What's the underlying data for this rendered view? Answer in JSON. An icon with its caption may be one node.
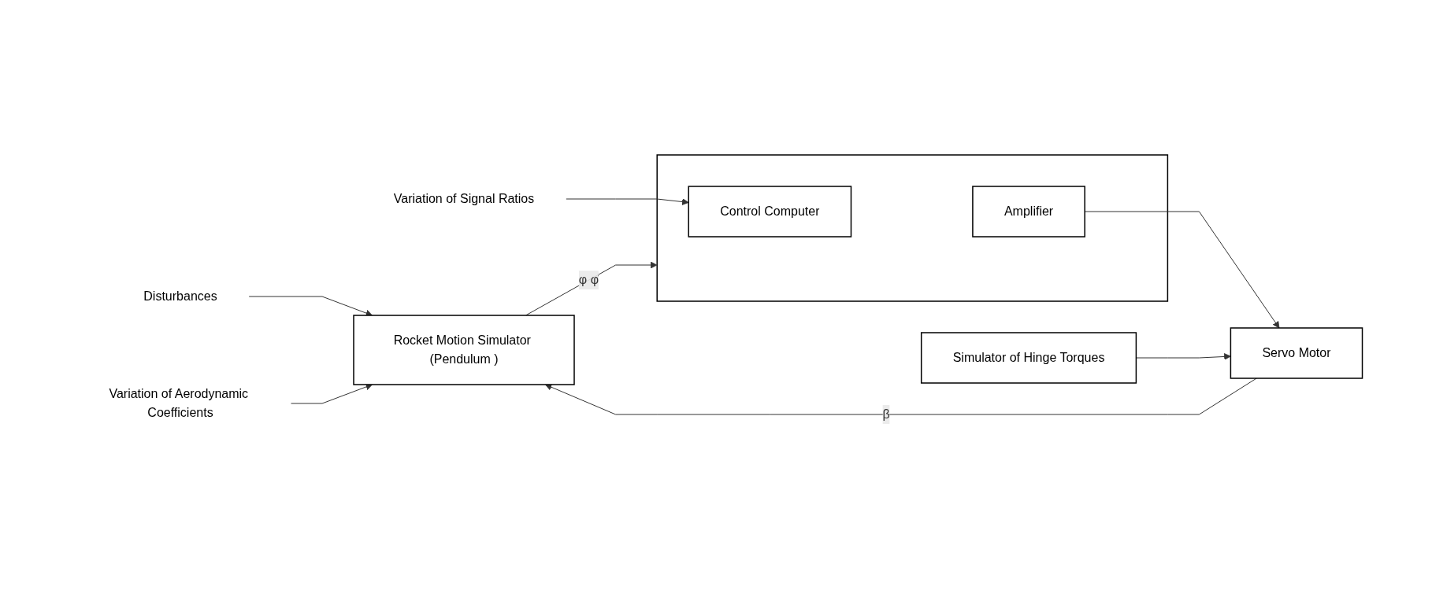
{
  "diagram": {
    "nodes": [
      {
        "text": [
          "Disturbances"
        ]
      },
      {
        "text": [
          "Variation of Aerodynamic Coefficients"
        ]
      },
      {
        "text": [
          "Variation of Signal Ratios"
        ]
      },
      {
        "text": [
          "Simulator of Hinge Torques"
        ]
      },
      {
        "text": [
          "Rocket Motion Simulator (Pendulum )"
        ]
      },
      {
        "text": [],
        "shape": "box"
      },
      {
        "text": [
          "Control Computer"
        ],
        "in": 5
      },
      {
        "text": [
          "Amplifier"
        ],
        "in": 5
      },
      {
        "text": [
          "Servo Motor"
        ]
      }
    ],
    "edges": [
      {
        "from": 0,
        "to": 4,
        "arrow": "to"
      },
      {
        "from": 1,
        "to": 4,
        "arrow": "to"
      },
      {
        "from": 4,
        "to": 5,
        "label": "φ φ̇",
        "arrow": "to"
      },
      {
        "from": 2,
        "to": 6,
        "arrow": "to"
      },
      {
        "from": 7,
        "to": 8,
        "arrow": "to"
      },
      {
        "from": 3,
        "to": 8,
        "arrow": "to"
      },
      {
        "from": 8,
        "to": 4,
        "label": "β",
        "arrow": "to"
      }
    ]
  }
}
